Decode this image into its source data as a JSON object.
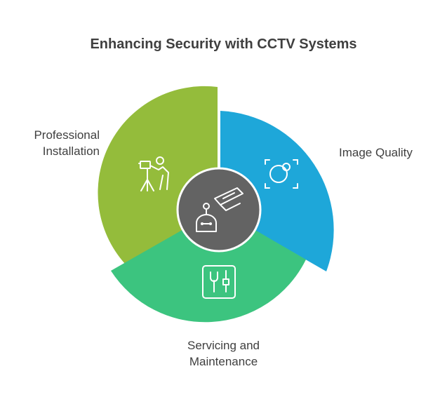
{
  "title": "Enhancing Security with CCTV Systems",
  "segments": [
    {
      "label": "Professional Installation",
      "lines": [
        "Professional",
        "Installation"
      ],
      "color": "#94bc3b",
      "icon": "photographer-tripod-icon"
    },
    {
      "label": "Image Quality",
      "lines": [
        "Image Quality"
      ],
      "color": "#1ea7d9",
      "icon": "focus-lens-icon"
    },
    {
      "label": "Servicing and Maintenance",
      "lines": [
        "Servicing and",
        "Maintenance"
      ],
      "color": "#3cc47f",
      "icon": "tools-panel-icon"
    }
  ],
  "center": {
    "icon": "cctv-camera-robot-icon",
    "color": "#636363"
  }
}
